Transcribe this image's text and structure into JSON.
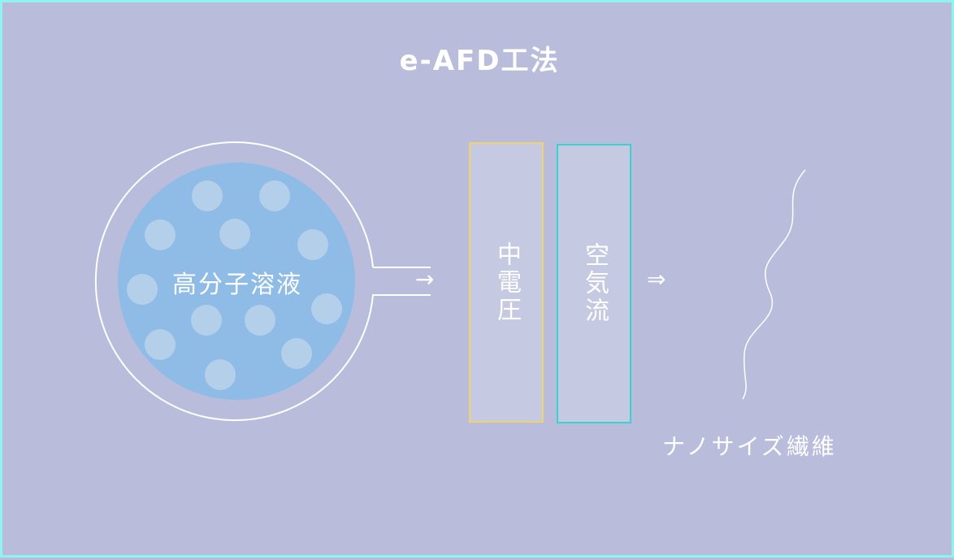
{
  "title": "e-AFD工法",
  "solution": {
    "label": "高分子溶液",
    "fill_color": "#8fbce6",
    "particle_color": "#b4cfea"
  },
  "arrow": "→",
  "arrow_double": "⇒",
  "stages": {
    "voltage": {
      "label": "中電圧",
      "border_color": "#f2d36b"
    },
    "airflow": {
      "label": "空気流",
      "border_color": "#39d3cf"
    }
  },
  "output": {
    "label": "ナノサイズ繊維"
  },
  "colors": {
    "background": "#b9bddb",
    "frame_border": "#8ff3f0",
    "text": "#ffffff"
  }
}
